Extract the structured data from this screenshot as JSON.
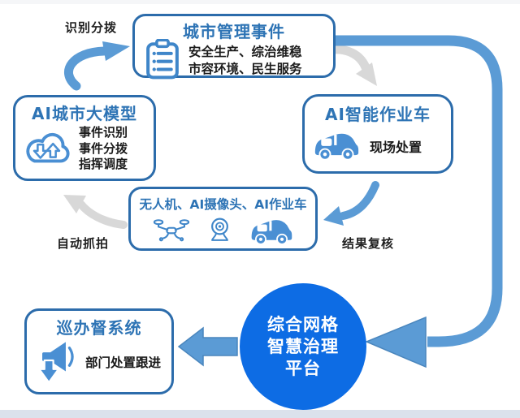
{
  "colors": {
    "box_border": "#2c6cab",
    "title_blue": "#2e74b5",
    "icon_blue": "#3f86c9",
    "icon_blue_solid": "#4a8fd3",
    "arrow_blue": "#5b9bd5",
    "arrow_blue_edge": "#4a86bd",
    "arrow_gray": "#d8d8d8",
    "platform_circle_blue": "#0d6ce4",
    "body_text_black": "#1b1b1b",
    "background": "#ffffff"
  },
  "nodes": {
    "city_events": {
      "title": "城市管理事件",
      "icon": "clipboard-icon",
      "lines": [
        "安全生产、综治维稳",
        "市容环境、民生服务"
      ]
    },
    "ai_model": {
      "title": "AI城市大模型",
      "icon": "cloud-sync-icon",
      "lines": [
        "事件识别",
        "事件分拨",
        "指挥调度"
      ]
    },
    "ai_vehicle": {
      "title": "AI智能作业车",
      "icon": "van-icon",
      "lines": [
        "现场处置"
      ]
    },
    "devices": {
      "title": "无人机、AI摄像头、AI作业车",
      "icons": [
        "drone-icon",
        "webcam-icon",
        "van-icon"
      ]
    },
    "patrol_system": {
      "title": "巡办督系统",
      "icon": "megaphone-down-arrow-icon",
      "lines": [
        "部门处置跟进"
      ]
    },
    "platform": {
      "title_lines": [
        "综合网格",
        "智慧治理",
        "平台"
      ]
    }
  },
  "edge_labels": {
    "recognize_dispatch": "识别分拨",
    "auto_capture": "自动抓拍",
    "result_review": "结果复核"
  },
  "edges": [
    {
      "from": "ai_model",
      "to": "city_events",
      "label": "识别分拨",
      "color": "blue"
    },
    {
      "from": "city_events",
      "to": "ai_vehicle",
      "label": "",
      "color": "gray"
    },
    {
      "from": "city_events",
      "to": "platform",
      "label": "",
      "color": "blue"
    },
    {
      "from": "ai_vehicle",
      "to": "devices",
      "label": "结果复核",
      "color": "blue"
    },
    {
      "from": "devices",
      "to": "ai_model",
      "label": "自动抓拍",
      "color": "gray"
    },
    {
      "from": "platform",
      "to": "patrol_system",
      "label": "",
      "color": "blue"
    }
  ]
}
